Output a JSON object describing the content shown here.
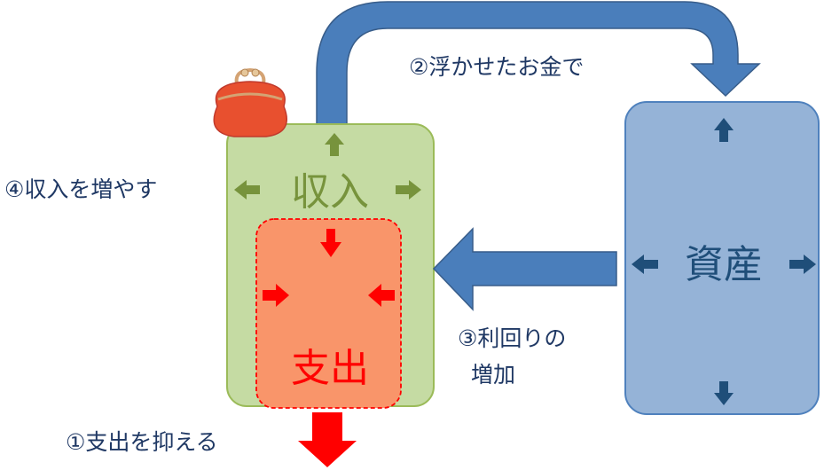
{
  "income": {
    "label": "収入",
    "fill": "#c5dba3",
    "border": "#9bbb59",
    "text_color": "#77933c",
    "arrow_color": "#77933c"
  },
  "expense": {
    "label": "支出",
    "fill": "#f9956a",
    "border": "#ff0000",
    "text_color": "#ff0000",
    "arrow_color": "#ff0000"
  },
  "assets": {
    "label": "資産",
    "fill": "#95b3d7",
    "border": "#4f81bd",
    "text_color": "#1f4e79",
    "arrow_color": "#1f4e79"
  },
  "flow": {
    "arrow_color": "#4a7ebb",
    "arrow_border": "#385d8a"
  },
  "steps": {
    "step1": "①支出を抑える",
    "step2": "②浮かせたお金で",
    "step3_line1": "③利回りの",
    "step3_line2": "増加",
    "step4": "④収入を増やす"
  },
  "icons": {
    "purse": "coin-purse-icon"
  },
  "colors": {
    "purse_body": "#e8502f",
    "purse_clasp": "#d4a373",
    "text": "#1f3864"
  }
}
